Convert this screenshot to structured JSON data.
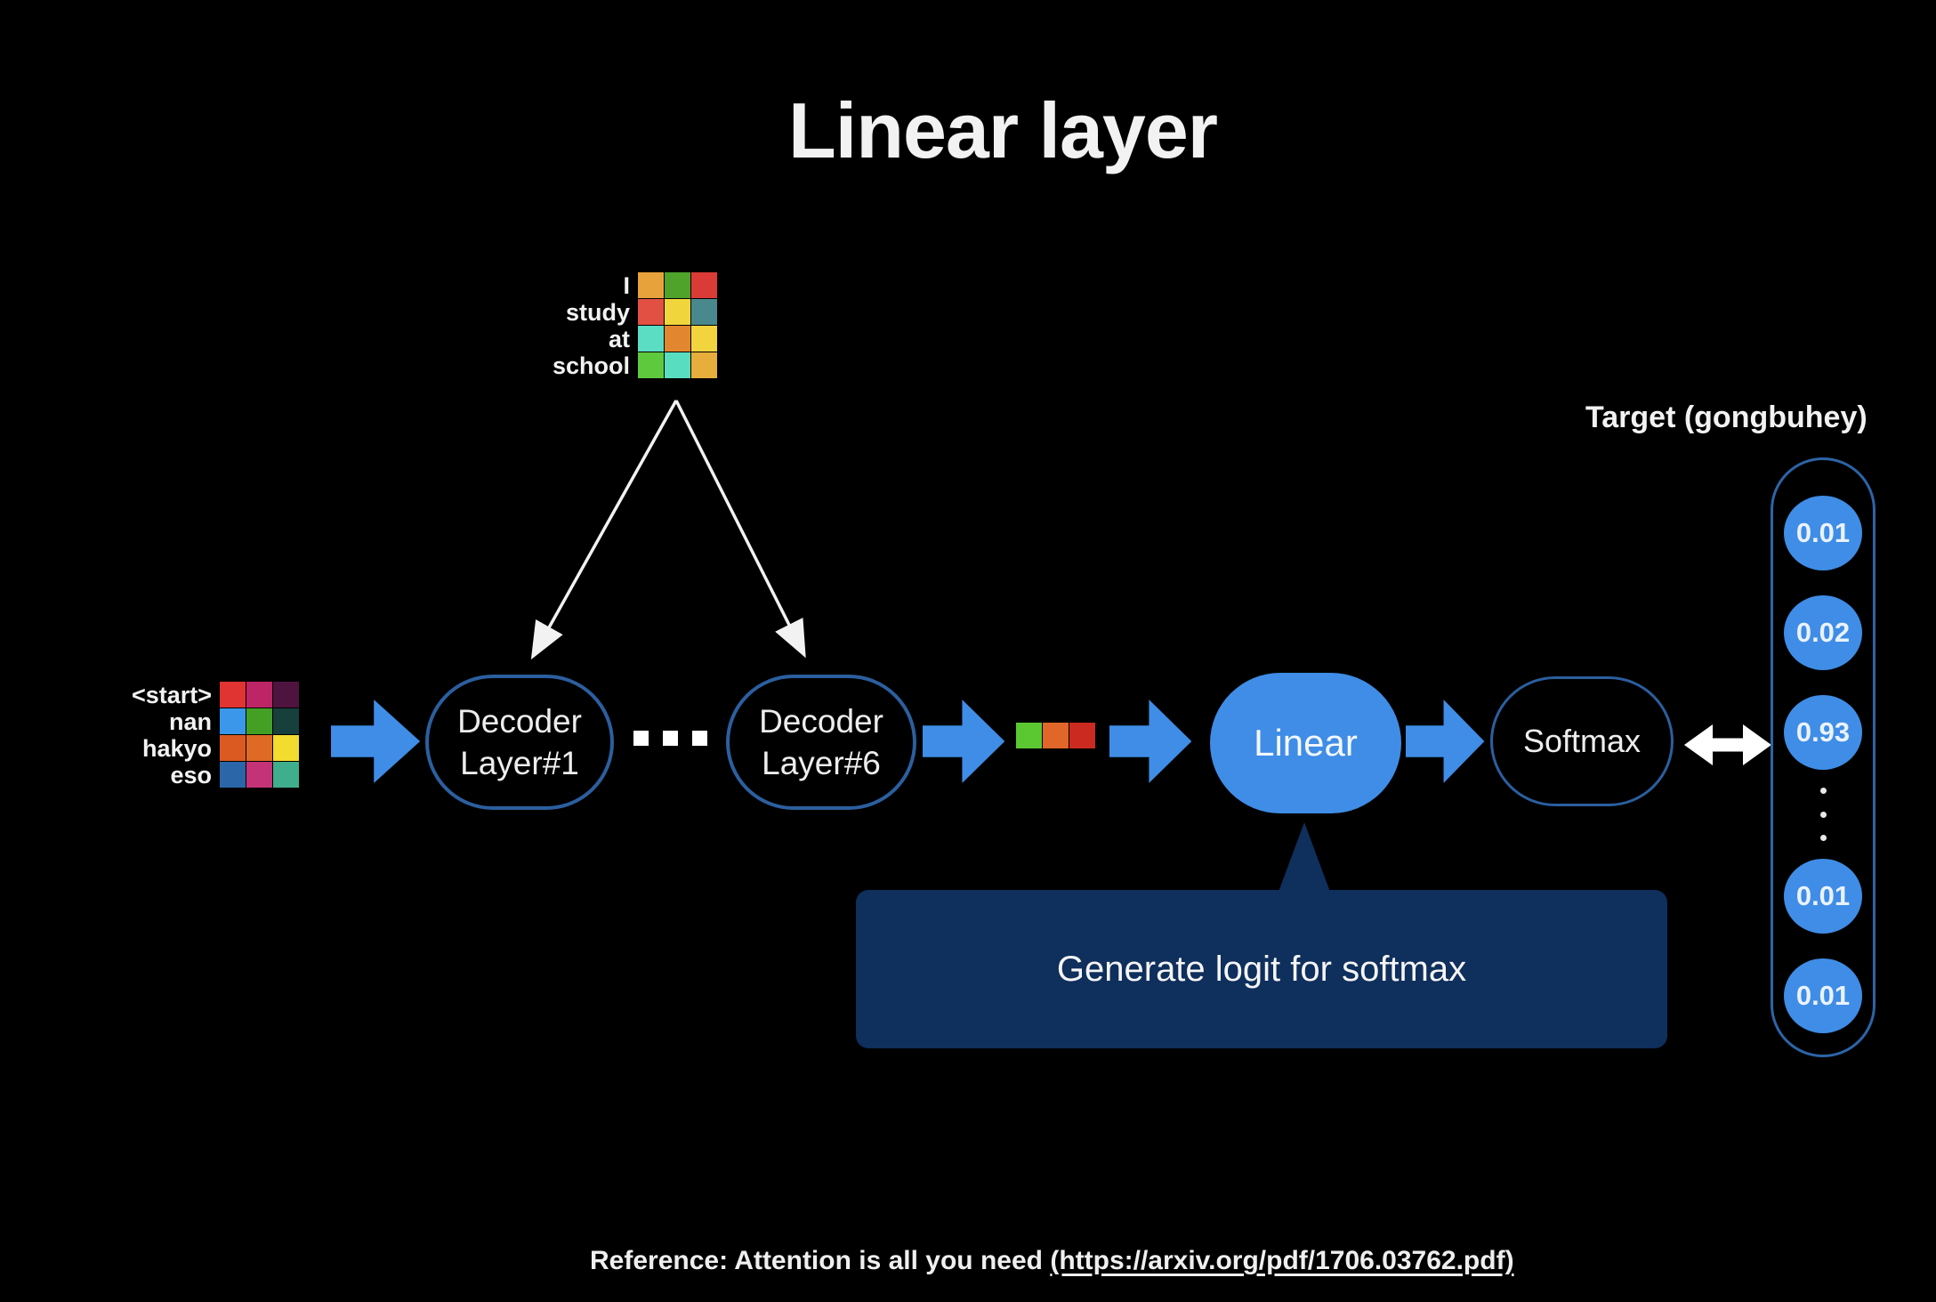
{
  "title": "Linear layer",
  "colors": {
    "background": "#000000",
    "accent_blue": "#3f8de6",
    "capsule_border": "#2b5f9f",
    "pill_border": "#2c64a8",
    "callout_bg": "#0f2f5c",
    "text": "#f2f2f2"
  },
  "top_input": {
    "tokens": [
      "I",
      "study",
      "at",
      "school"
    ],
    "grid": [
      [
        "#e8a23b",
        "#4fa32b",
        "#db3b36"
      ],
      [
        "#e15043",
        "#f0d63c",
        "#49888c"
      ],
      [
        "#5bddc4",
        "#e2862f",
        "#f2d53e"
      ],
      [
        "#5fc93e",
        "#59ddc0",
        "#e8ae3c"
      ]
    ]
  },
  "left_input": {
    "tokens": [
      "<start>",
      "nan",
      "hakyo",
      "eso"
    ],
    "grid": [
      [
        "#e03433",
        "#be2566",
        "#4f1340"
      ],
      [
        "#3b97ea",
        "#44a024",
        "#173f3c"
      ],
      [
        "#db5a22",
        "#de6a25",
        "#f2dc2e"
      ],
      [
        "#2b66a8",
        "#c43377",
        "#3fae8c"
      ]
    ]
  },
  "nodes": {
    "decoder1": [
      "Decoder",
      "Layer#1"
    ],
    "decoder6": [
      "Decoder",
      "Layer#6"
    ],
    "linear": "Linear",
    "softmax": "Softmax",
    "ellipsis_count": 3
  },
  "logit_vector": [
    "#5bc832",
    "#e0662a",
    "#cb2a20"
  ],
  "callout": {
    "text": "Generate logit for softmax"
  },
  "target": {
    "label": "Target (gongbuhey)",
    "top_values": [
      "0.01",
      "0.02",
      "0.93"
    ],
    "bottom_values": [
      "0.01",
      "0.01"
    ],
    "ellipsis_dots": 3
  },
  "reference": {
    "prefix": "Reference: Attention is all you need ",
    "link_text": "(https://arxiv.org/pdf/1706.03762.pdf)"
  }
}
